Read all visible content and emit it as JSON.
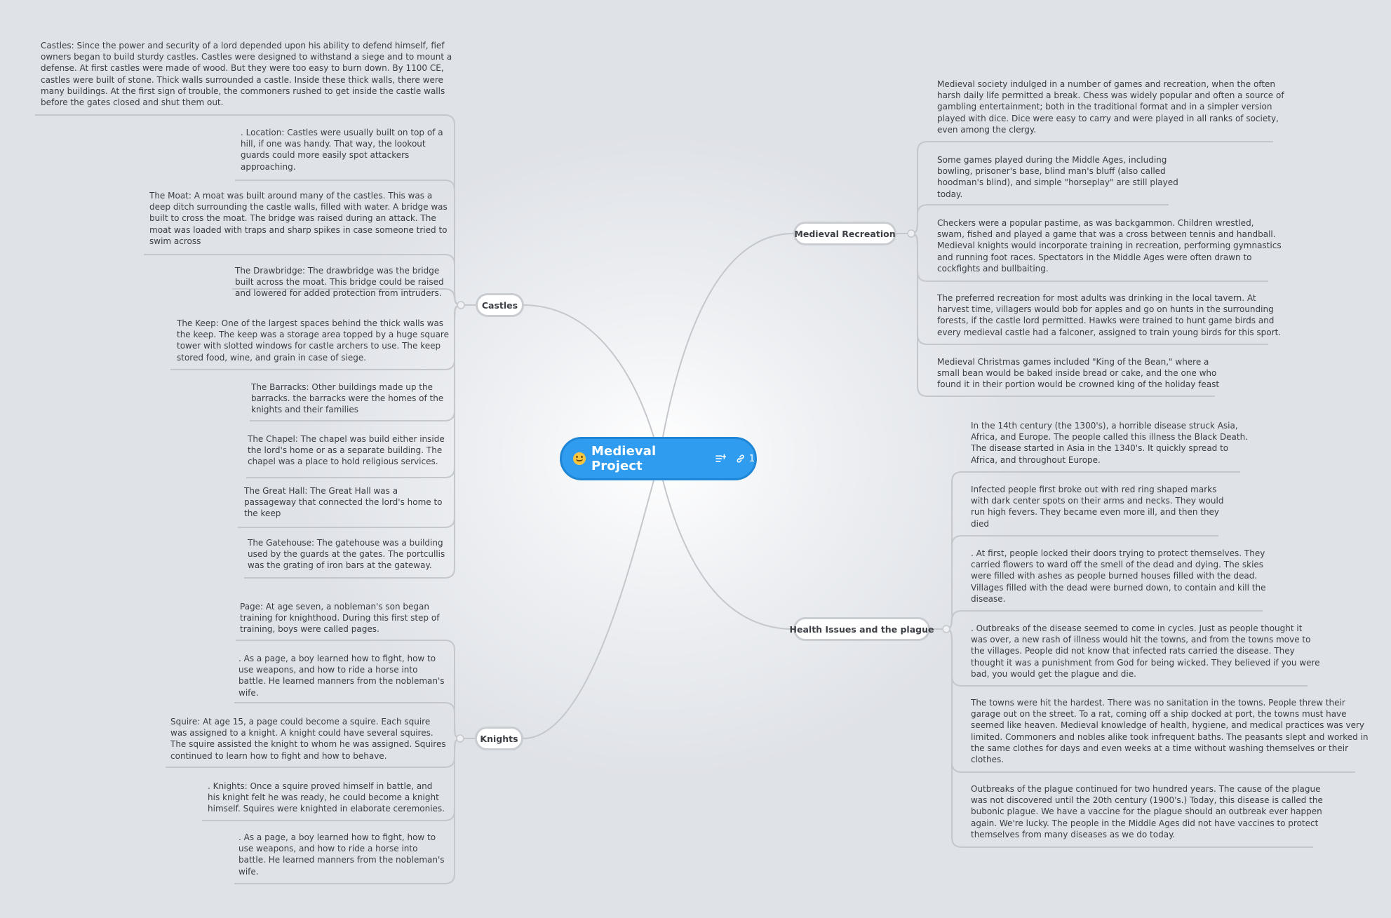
{
  "root": {
    "title": "Medieval Project",
    "link_count": "1",
    "icon": "smiley-emoji-icon"
  },
  "topics": {
    "castles": {
      "label": "Castles",
      "items": [
        "Castles: Since the power and security of a lord depended upon his ability to defend himself, fief\nowners began to build sturdy castles. Castles were designed to withstand a siege and to mount a\ndefense.  At first castles were made of wood. But they were too easy to burn down. By 1100 CE,\ncastles were built of stone. Thick walls surrounded a castle. Inside these thick walls, there were\nmany buildings.  At the first sign of trouble, the commoners rushed to get inside the castle walls\nbefore the gates closed and shut them out.",
        ". Location: Castles were usually built on top of a\nhill, if one was handy. That way, the lookout\nguards could more easily spot attackers\napproaching.",
        "The Moat: A moat was built around many of the castles. This was a\ndeep ditch surrounding the castle walls, filled with water. A bridge was\nbuilt to cross the moat. The bridge was raised during an attack. The\nmoat was loaded with traps and sharp spikes in case someone tried to\nswim across",
        "The Drawbridge: The drawbridge was the bridge\nbuilt across the moat. This bridge could be raised\nand lowered for added protection from intruders.",
        "The Keep: One of the largest spaces behind the thick walls was\nthe keep. The keep was a storage area topped by a huge square\ntower with slotted windows for castle archers to use. The keep\nstored food, wine, and grain in case of siege.",
        "The Barracks: Other buildings made up the\nbarracks. the barracks were the homes of the\nknights and their families",
        "The Chapel: The chapel was build either inside\nthe lord's home or as a separate building. The\nchapel was a place to hold religious services.",
        "The Great Hall: The Great Hall was a\npassageway that connected the lord's home to\nthe keep",
        "The Gatehouse: The gatehouse was a building\nused by the guards at the gates. The portcullis\nwas the grating of iron bars at the gateway."
      ]
    },
    "knights": {
      "label": "Knights",
      "items": [
        "Page: At age seven, a nobleman's son began\ntraining for knighthood.  During this first step of\ntraining, boys were called pages.",
        ".   As a page, a boy learned how to fight, how to\nuse weapons, and how to ride a horse into\nbattle. He learned manners from the nobleman's\nwife.",
        "Squire: At age 15, a page could become a squire. Each squire\nwas assigned to a knight. A knight could have several squires.\nThe squire assisted the knight to whom he was assigned. Squires\ncontinued to learn how to fight and how to behave.",
        ".  Knights: Once a squire proved himself in battle, and\nhis knight felt he was ready, he could become a knight\nhimself. Squires were knighted in elaborate ceremonies.",
        ".   As a page, a boy learned how to fight, how to\nuse weapons, and how to ride a horse into\nbattle. He learned manners from the nobleman's\nwife."
      ]
    },
    "recreation": {
      "label": "Medieval Recreation",
      "items": [
        "Medieval society indulged in a number of games and recreation, when the often\nharsh daily life permitted a break. Chess was widely popular and often a source of\ngambling entertainment; both in the traditional format and in a simpler version\nplayed with dice. Dice were easy to carry and were played in all ranks of society,\neven among the clergy.",
        "Some games played during the Middle Ages, including\nbowling, prisoner's base, blind man's bluff (also called\nhoodman's blind), and simple \"horseplay\" are still played\ntoday.",
        "Checkers were a popular pastime, as was backgammon. Children wrestled,\nswam, fished and played a game that was a cross between tennis and handball.\nMedieval knights would incorporate training in recreation, performing gymnastics\nand running foot races. Spectators in the Middle Ages were often drawn to\ncockfights and bullbaiting.",
        "The preferred recreation for most adults was drinking in the local tavern. At\nharvest time, villagers would bob for apples and go on hunts in the surrounding\nforests, if the castle lord permitted. Hawks were trained to hunt game birds and\nevery medieval castle had a falconer, assigned to train young birds for this sport.",
        "Medieval Christmas games included \"King of the Bean,\" where a\nsmall bean would be baked inside bread or cake, and the one who\nfound it in their portion would be crowned king of the holiday feast"
      ]
    },
    "plague": {
      "label": "Health Issues and the plague",
      "items": [
        "In the 14th century (the 1300's), a horrible disease struck Asia,\nAfrica, and Europe. The people called this illness the Black Death.\nThe disease started in Asia in the 1340's. It quickly spread to\nAfrica, and  throughout Europe.",
        "Infected people first broke out with red ring shaped marks\nwith dark center spots on their arms and necks. They would\nrun high fevers. They became even more ill, and then they\ndied",
        ".  At first, people locked their doors trying to protect themselves. They\ncarried flowers to ward off the smell of the dead and dying. The skies\nwere filled with ashes as people burned houses filled with the dead.\nVillages filled with the dead were burned down, to contain and kill the\ndisease.",
        ".   Outbreaks of the disease seemed to come in cycles. Just as people thought it\nwas over, a new rash of illness would hit the towns, and from the towns move to\nthe villages.   People did not know that infected rats carried the disease. They\nthought it was a punishment from God for being wicked. They believed if you were\nbad, you would get the plague and die.",
        "The towns were hit the hardest. There was no sanitation in the towns. People threw their\ngarage out on the street. To a rat, coming off a ship docked at port, the towns must have\nseemed like heaven.  Medieval knowledge of health, hygiene, and medical practices was very\nlimited. Commoners and nobles alike took infrequent baths. The peasants slept and worked in\nthe same clothes for days and even weeks at a time without washing themselves or their\nclothes.",
        "Outbreaks of the plague continued for two hundred years. The cause of the plague\nwas not discovered until the 20th century (1900's.) Today, this disease is called the\nbubonic plague. We have a vaccine for the plague should an outbreak ever happen\nagain. We're lucky. The people in the Middle Ages did not have vaccines to protect\nthemselves from many diseases as we do today."
      ]
    }
  },
  "colors": {
    "root_fill": "#2f9cf0",
    "root_border": "#1f86d6",
    "connector": "#c4c7cc",
    "topic_border": "#c9ccd1",
    "text": "#3a3d42"
  }
}
